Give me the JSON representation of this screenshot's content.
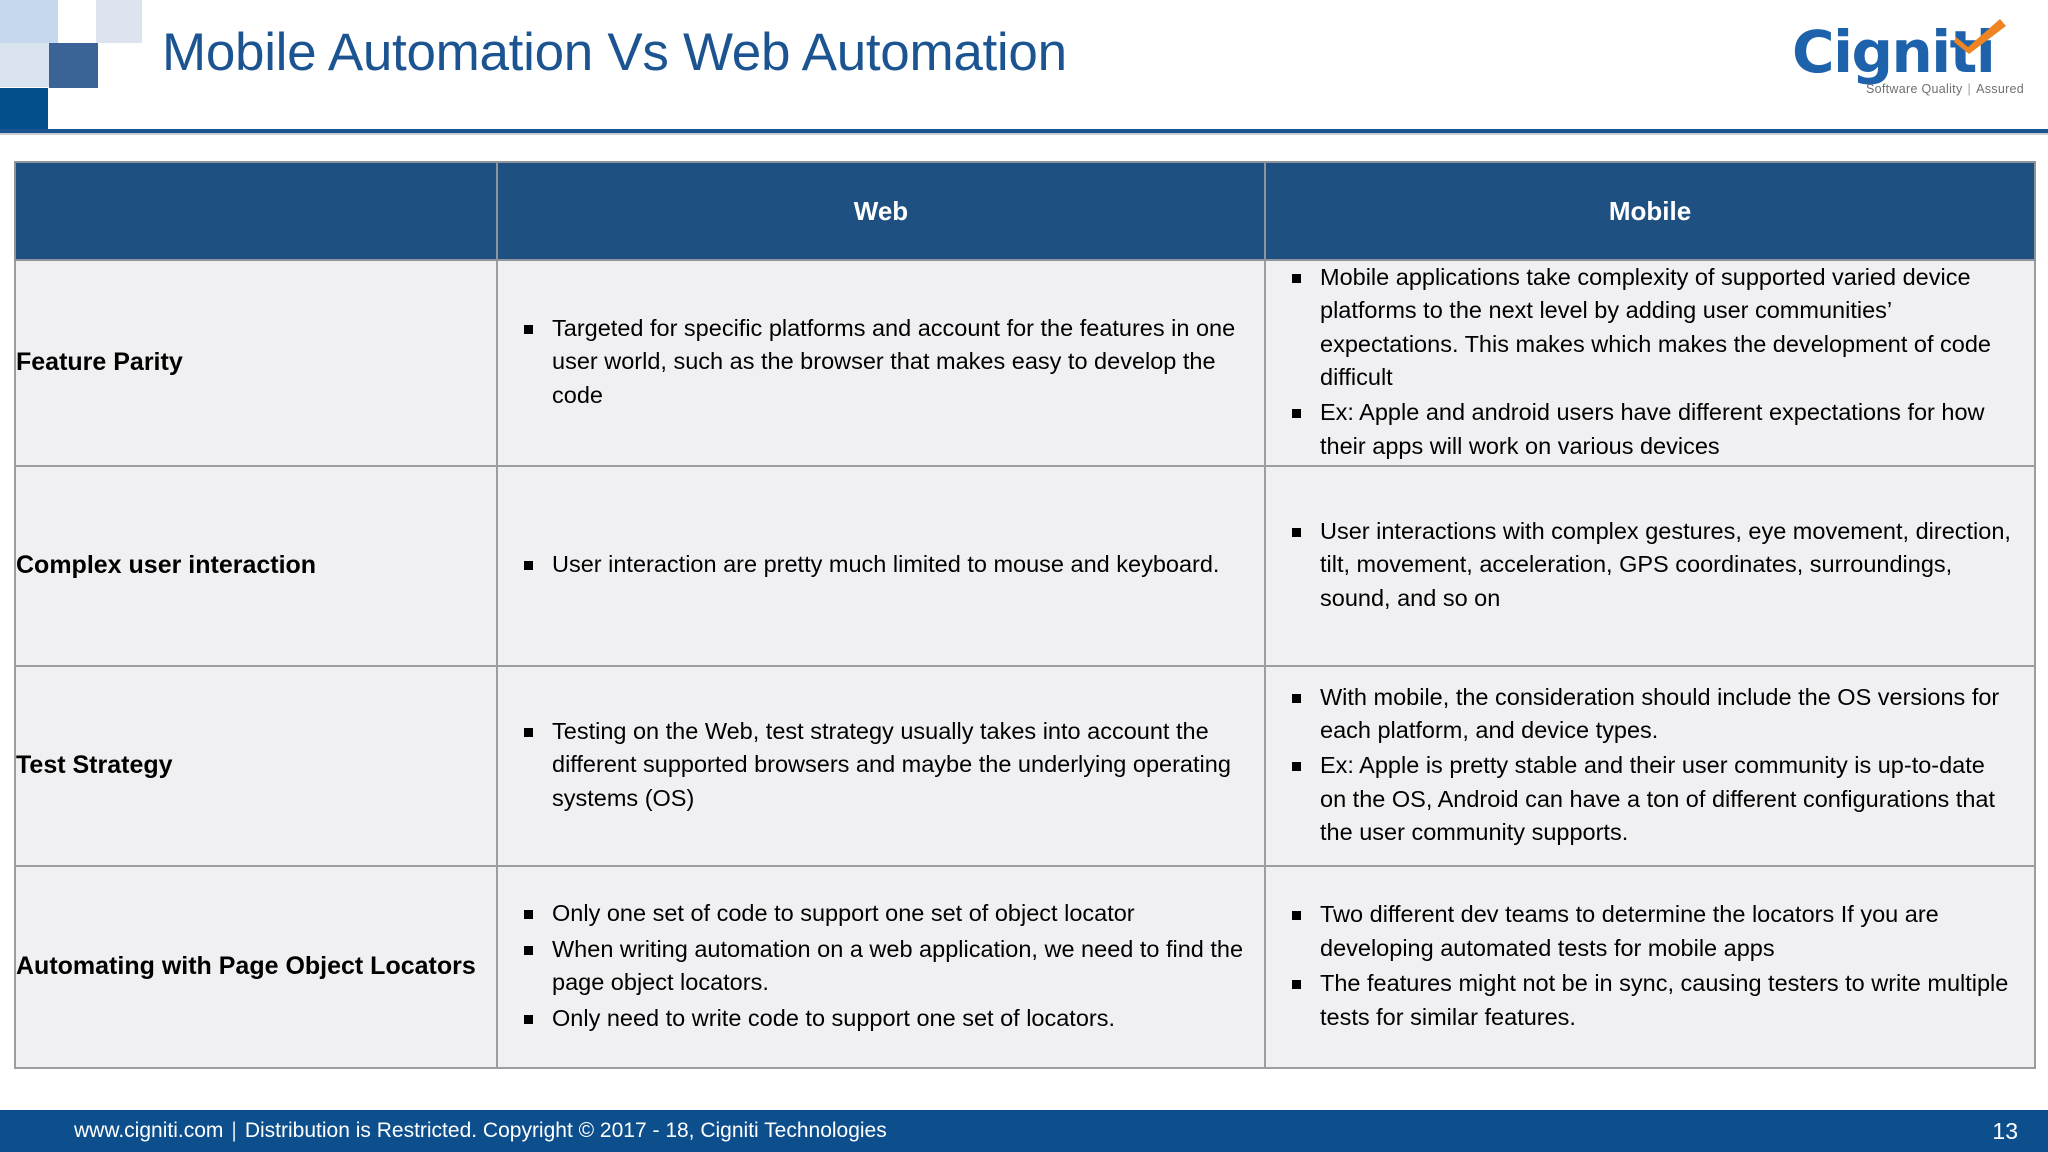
{
  "slide": {
    "title": "Mobile Automation Vs Web Automation",
    "page_number": "13"
  },
  "logo": {
    "wordmark": "Cigniti",
    "tagline_left": "Software Quality",
    "tagline_divider": "|",
    "tagline_right": "Assured",
    "check_color": "#ef8422",
    "word_color": "#1d62aa"
  },
  "colors": {
    "title": "#1b5490",
    "table_header_bg": "#1f5082",
    "cell_bg": "#f0f0f2",
    "cell_border": "#9a9ea3",
    "footer_bg": "#0d4e8c",
    "decor_dark": "#034f8c",
    "decor_mid": "#3a6396",
    "decor_light": "#c6d8ee"
  },
  "table": {
    "headers": [
      "",
      "Web",
      "Mobile"
    ],
    "rows": [
      {
        "label": "Feature Parity",
        "web": [
          "Targeted for specific platforms and account for the features in one user world, such as the browser  that makes  easy to develop the code"
        ],
        "mobile": [
          "Mobile applications take complexity of supported varied device platforms to the next level by adding user communities’ expectations. This makes which makes the development of code difficult",
          "Ex: Apple and android users have different expectations for how their apps will work on various devices"
        ]
      },
      {
        "label": "Complex user interaction",
        "web": [
          "User interaction are pretty much limited to mouse and keyboard."
        ],
        "mobile": [
          "User interactions with complex gestures, eye movement, direction, tilt, movement, acceleration, GPS coordinates, surroundings, sound, and so on"
        ]
      },
      {
        "label": "Test Strategy",
        "web": [
          "Testing on the Web, test strategy usually takes into account the different supported browsers and maybe the underlying operating systems (OS)"
        ],
        "mobile": [
          "With mobile, the consideration should include the OS versions for each platform, and device types.",
          "Ex: Apple is pretty stable and their user community is up-to-date on the OS, Android can have a ton of different configurations that the user community supports."
        ]
      },
      {
        "label": "Automating with Page Object Locators",
        "web": [
          "Only one set of code to support one set of object locator",
          "When writing automation on a web application, we need to find the page object locators.",
          "Only need to write code to support one set of locators."
        ],
        "mobile": [
          "Two different dev teams to determine the locators If you are developing automated tests for mobile apps",
          "The features might not be in sync, causing testers to write multiple tests for similar features."
        ]
      }
    ]
  },
  "footer": {
    "website": "www.cigniti.com",
    "separator": "|",
    "copyright": "Distribution is Restricted. Copyright © 2017 - 18, Cigniti Technologies"
  }
}
